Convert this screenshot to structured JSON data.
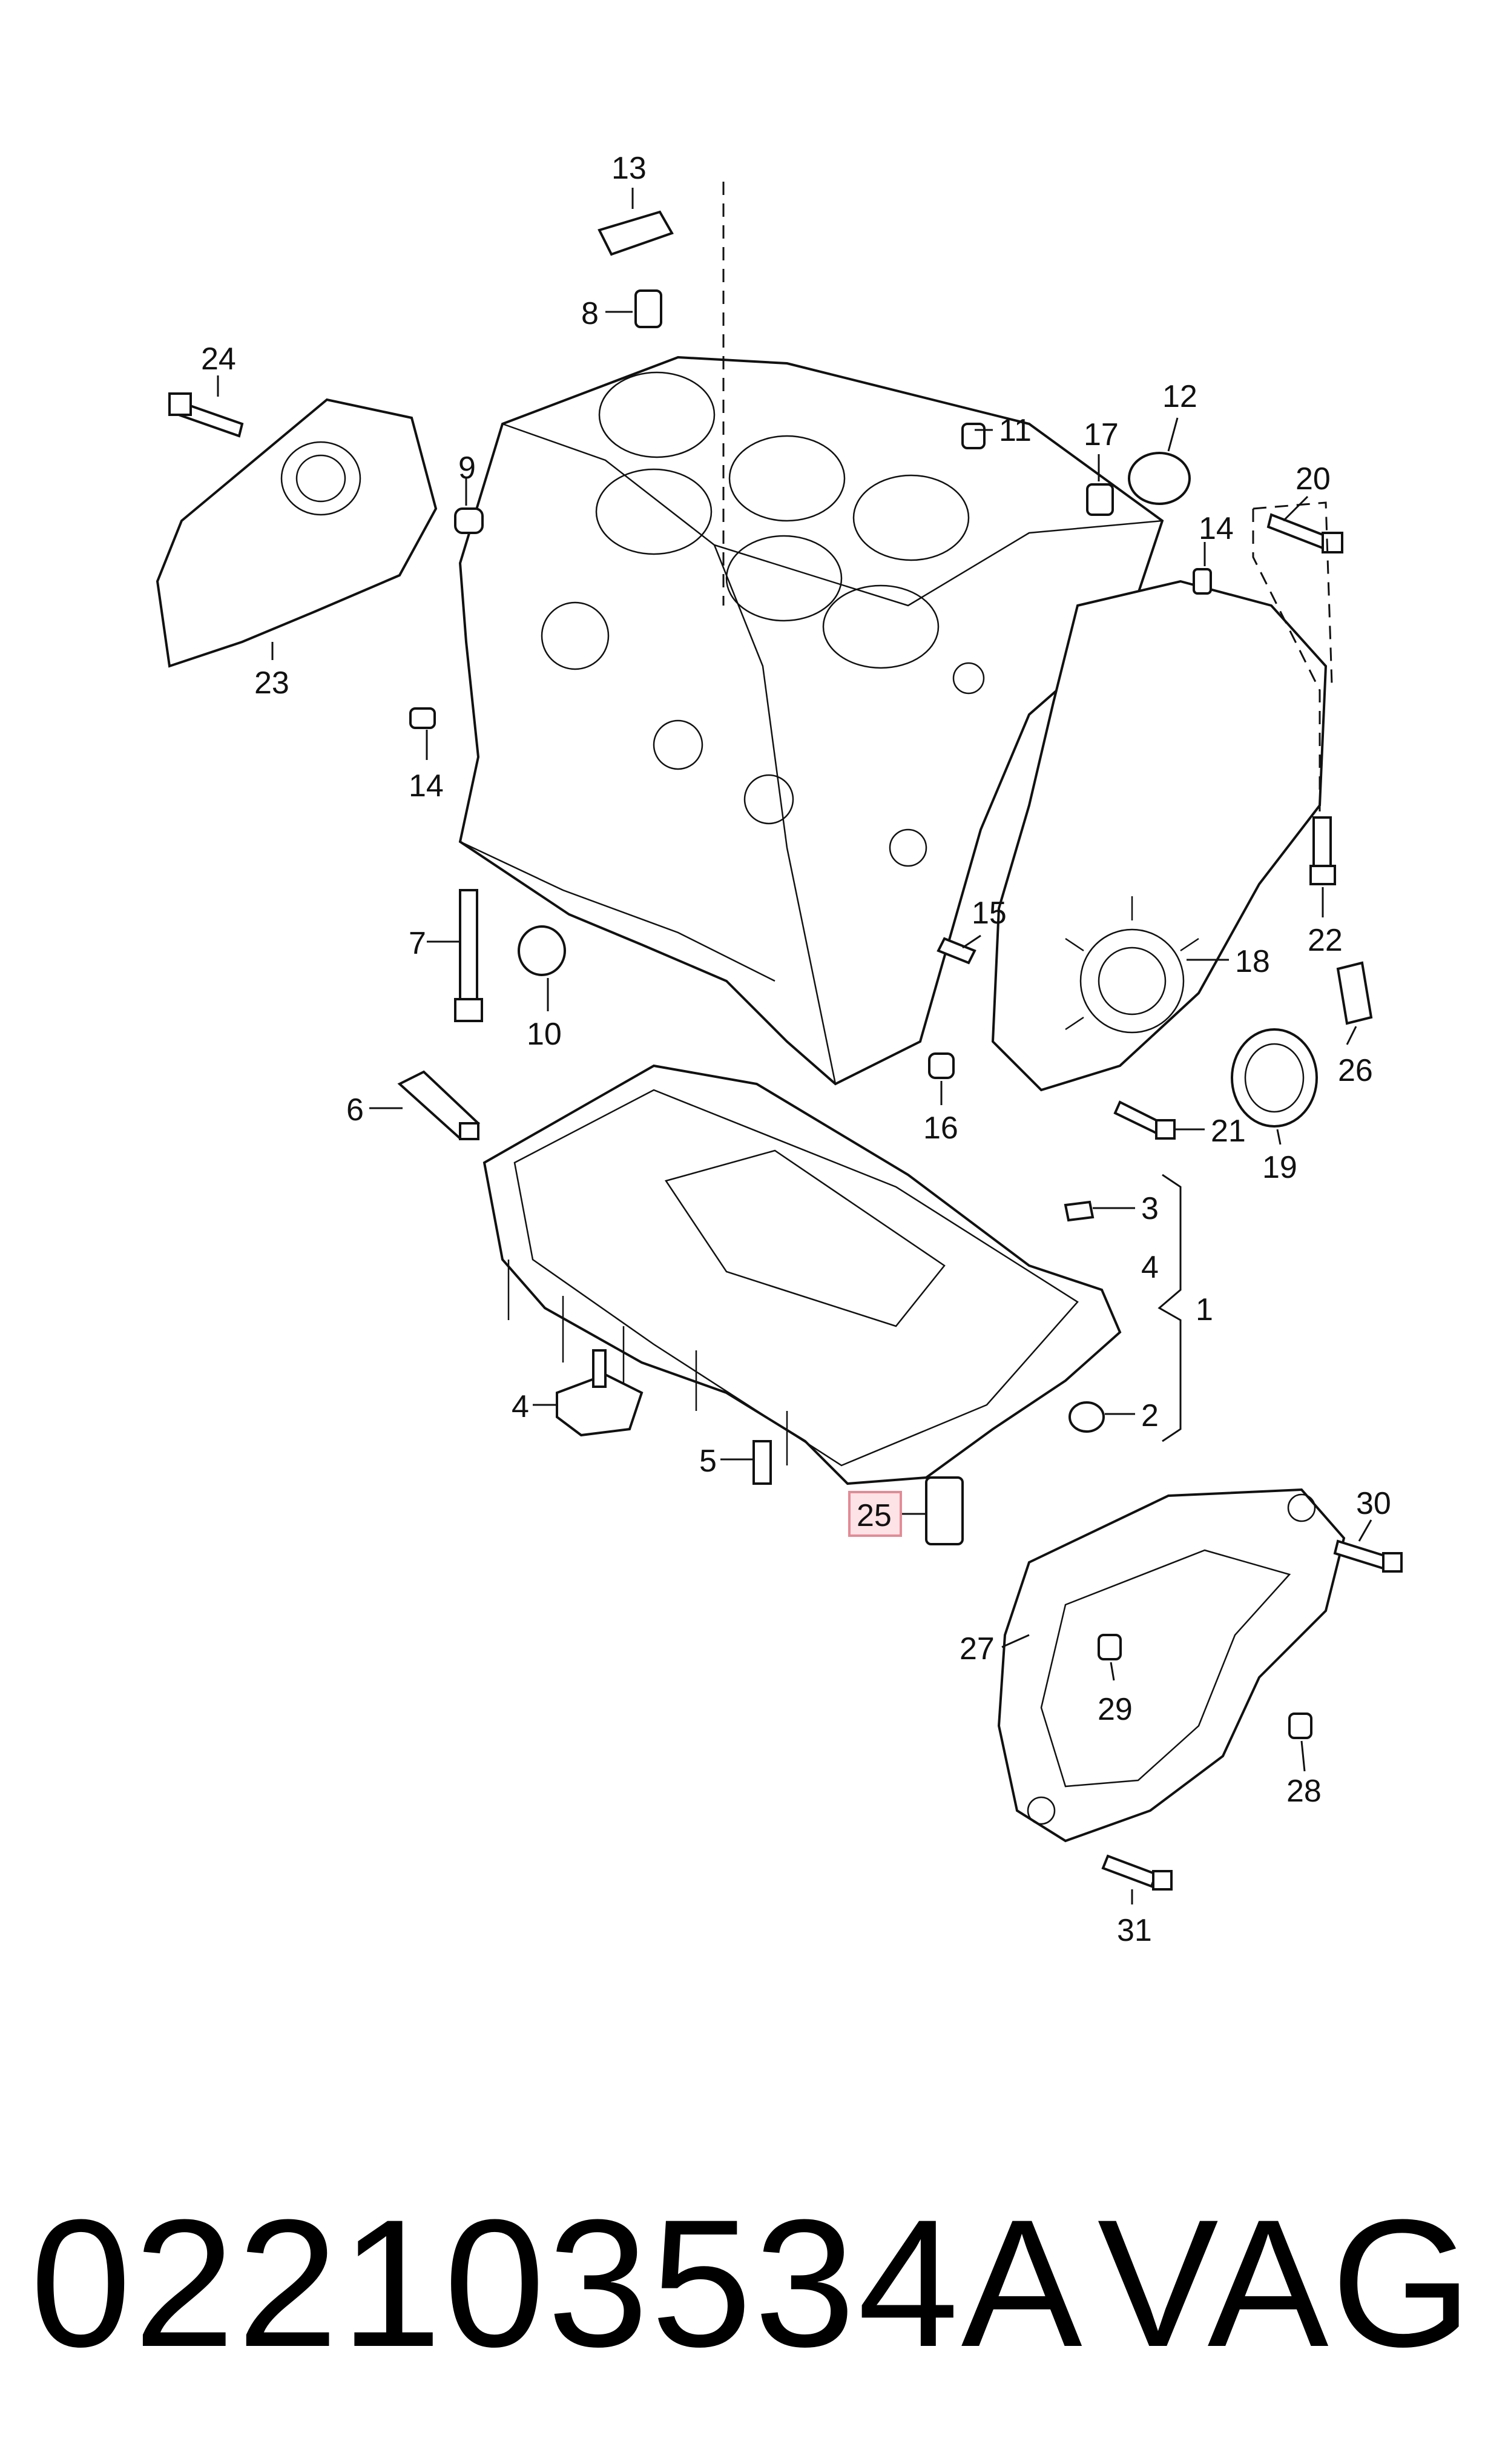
{
  "callouts": {
    "c1": "1",
    "c2": "2",
    "c3": "3",
    "c4": "4",
    "c5": "5",
    "c6": "6",
    "c7": "7",
    "c8": "8",
    "c9": "9",
    "c10": "10",
    "c11": "11",
    "c12": "12",
    "c13": "13",
    "c14a": "14",
    "c14b": "14",
    "c15": "15",
    "c16": "16",
    "c17": "17",
    "c18": "18",
    "c19": "19",
    "c20": "20",
    "c21": "21",
    "c22": "22",
    "c23": "23",
    "c24": "24",
    "c25": "25",
    "c26": "26",
    "c27": "27",
    "c28": "28",
    "c29": "29",
    "c30": "30",
    "c31": "31"
  },
  "highlighted_callout": "25",
  "highlight_color": "#fde3e6",
  "footer": {
    "part_number": "022103534A",
    "brand": "VAG"
  }
}
